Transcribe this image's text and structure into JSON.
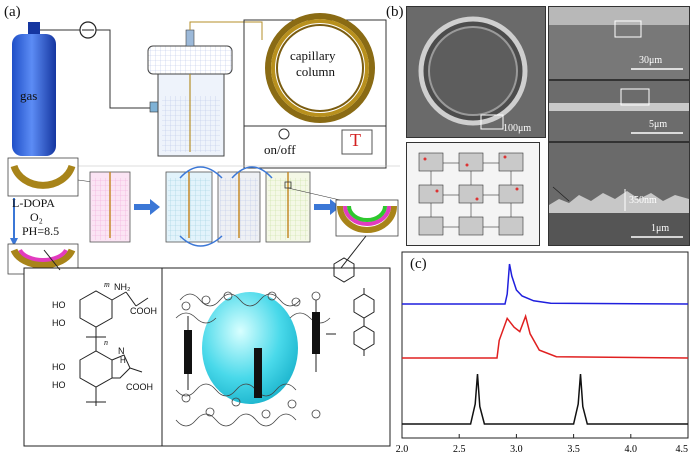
{
  "panel_a": {
    "label": "(a)",
    "gas_label": "gas",
    "capillary_label_1": "capillary",
    "capillary_label_2": "column",
    "onoff_label": "on/off",
    "temp_label": "T",
    "reagent_1": "L-DOPA",
    "reagent_2": "O₂",
    "reagent_3": "PH=8.5",
    "chem_labels": [
      "HO",
      "HO",
      "HO",
      "HO",
      "NH₂",
      "COOH",
      "COOH",
      "N",
      "H",
      "m",
      "n"
    ]
  },
  "panel_b": {
    "label": "(b)",
    "scale_1": "100μm",
    "scale_2": "30μm",
    "scale_3": "5μm",
    "scale_4": "350nm",
    "scale_5": "1μm"
  },
  "panel_c": {
    "label": "(c)"
  },
  "chart_data": {
    "type": "line",
    "title": "",
    "xlabel": "",
    "ylabel": "",
    "xlim": [
      2.0,
      4.5
    ],
    "x_ticks": [
      "2.0",
      "2.5",
      "3.0",
      "3.5",
      "4.0",
      "4.5"
    ],
    "series": [
      {
        "color": "#1f1fdd",
        "x": [
          2.0,
          2.9,
          2.92,
          2.94,
          2.96,
          3.0,
          3.05,
          3.15,
          3.3,
          4.5
        ],
        "y": [
          0.0,
          0.0,
          0.25,
          1.0,
          0.7,
          0.35,
          0.2,
          0.08,
          0.02,
          0.0
        ]
      },
      {
        "color": "#e02020",
        "x": [
          2.0,
          2.83,
          2.85,
          2.92,
          2.98,
          3.03,
          3.08,
          3.12,
          3.2,
          3.35,
          4.5
        ],
        "y": [
          0.0,
          0.0,
          0.4,
          0.9,
          0.7,
          0.6,
          0.95,
          0.55,
          0.18,
          0.03,
          0.0
        ]
      },
      {
        "color": "#111111",
        "x": [
          2.0,
          2.6,
          2.64,
          2.66,
          2.68,
          2.72,
          3.5,
          3.54,
          3.56,
          3.58,
          3.62,
          4.5
        ],
        "y": [
          0.0,
          0.0,
          0.4,
          1.0,
          0.35,
          0.0,
          0.0,
          0.4,
          1.0,
          0.35,
          0.0,
          0.0
        ]
      }
    ]
  }
}
